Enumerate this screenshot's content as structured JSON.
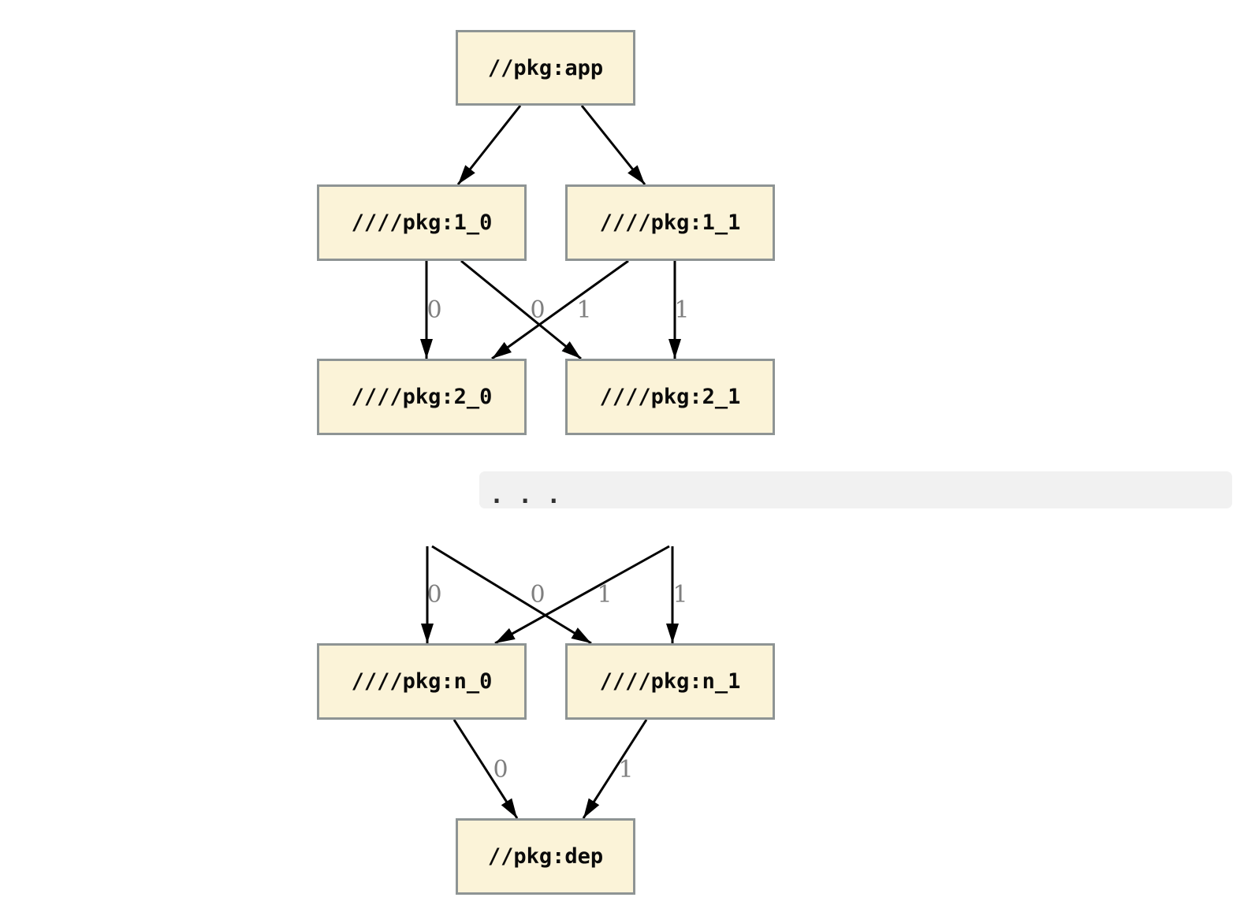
{
  "diagram": {
    "description": "build dependency graph",
    "nodes": [
      {
        "id": "app",
        "label": "//pkg:app"
      },
      {
        "id": "1_0",
        "label": "////pkg:1_0"
      },
      {
        "id": "1_1",
        "label": "////pkg:1_1"
      },
      {
        "id": "2_0",
        "label": "////pkg:2_0"
      },
      {
        "id": "2_1",
        "label": "////pkg:2_1"
      },
      {
        "id": "n_0",
        "label": "////pkg:n_0"
      },
      {
        "id": "n_1",
        "label": "////pkg:n_1"
      },
      {
        "id": "dep",
        "label": "//pkg:dep"
      }
    ],
    "edges": [
      {
        "from": "app",
        "to": "1_0",
        "label": ""
      },
      {
        "from": "app",
        "to": "1_1",
        "label": ""
      },
      {
        "from": "1_0",
        "to": "2_0",
        "label": "0"
      },
      {
        "from": "1_0",
        "to": "2_1",
        "label": "1"
      },
      {
        "from": "1_1",
        "to": "2_0",
        "label": "0"
      },
      {
        "from": "1_1",
        "to": "2_1",
        "label": "1"
      },
      {
        "from": null,
        "to": "n_0",
        "label": "0"
      },
      {
        "from": null,
        "to": "n_1",
        "label": "1"
      },
      {
        "from": null,
        "to": "n_0",
        "label": "0"
      },
      {
        "from": null,
        "to": "n_1",
        "label": "1"
      },
      {
        "from": "n_0",
        "to": "dep",
        "label": "0"
      },
      {
        "from": "n_1",
        "to": "dep",
        "label": "1"
      }
    ],
    "ellipsis": ". . .",
    "colors": {
      "node_fill": "#fbf3d8",
      "node_border": "#8e9494",
      "edge": "#000000",
      "edge_label": "#7f7f7f",
      "ellipsis_bg": "#f1f1f1"
    }
  }
}
